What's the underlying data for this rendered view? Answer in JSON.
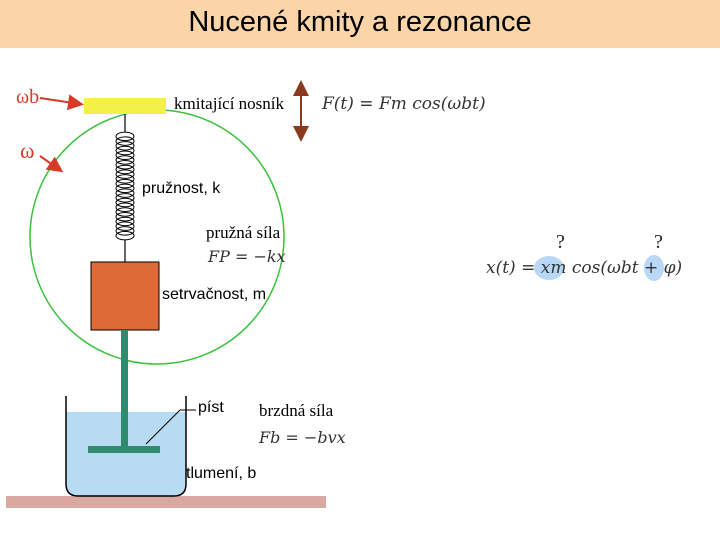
{
  "title": "Nucené kmity a rezonance",
  "labels": {
    "omega_b": "ωb",
    "omega": "ω",
    "beam": "kmitající nosník",
    "spring": "pružnost, k",
    "spring_force": "pružná síla",
    "mass": "setrvačnost, m",
    "piston": "píst",
    "damping_force": "brzdná síla",
    "damping": "tlumení, b"
  },
  "equations": {
    "driving_force": "F(t) = Fm cos(ωbt)",
    "spring_force": "FP = −kx",
    "damping_force": "Fb = −bvx",
    "solution": "x(t) = xm cos(ωbt + φ)"
  },
  "question_marks": [
    "?",
    "?"
  ],
  "colors": {
    "title_bar": "#fbd5a8",
    "beam": "#f4f04a",
    "mass": "#de6a38",
    "piston": "#2e8b6e",
    "circle": "#3cc13c",
    "water": "#b7dbf3",
    "ground": "#d9a9a1",
    "arrow_red": "#d63b2a",
    "arrow_brown": "#8b3a1e",
    "highlight": "#b8d8f5"
  }
}
